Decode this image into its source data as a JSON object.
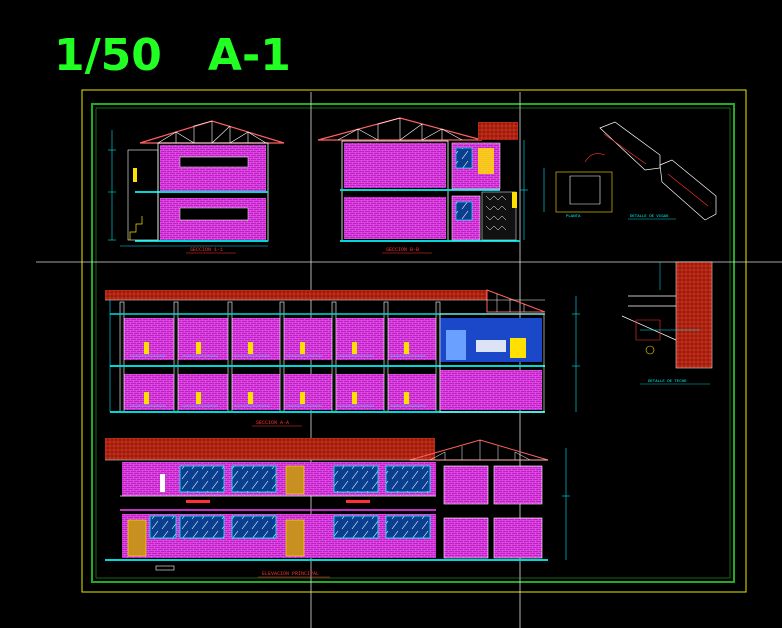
{
  "header": {
    "scale": "1/50",
    "sheet": "A-1"
  },
  "colors": {
    "background": "#000000",
    "title": "#22ff22",
    "sheet_border": "#e8e800",
    "inner_frame": "#22aa22",
    "wall_fill": "#c020c8",
    "roof_tile": "#b02010",
    "truss": "#ff6060",
    "outline": "#ffffff",
    "dimension": "#00e5ff",
    "window_glass": "#1a6bd8",
    "floor_slab": "#00d8d8",
    "label_red": "#ff3030",
    "furniture_yellow": "#ffe000"
  },
  "views": {
    "section_1_1": "SECCION 1-1",
    "section_b_b": "SECCION B-B",
    "section_a_a": "SECCION A-A",
    "elevation": "ELEVACION PRINCIPAL",
    "detail_beam": "DETALLE DE VIGAS",
    "detail_roof": "DETALLE DE TECHO",
    "plan_note": "PLANTA"
  },
  "icons": [
    "truss-icon",
    "stair-icon",
    "person-icon",
    "door-icon"
  ]
}
